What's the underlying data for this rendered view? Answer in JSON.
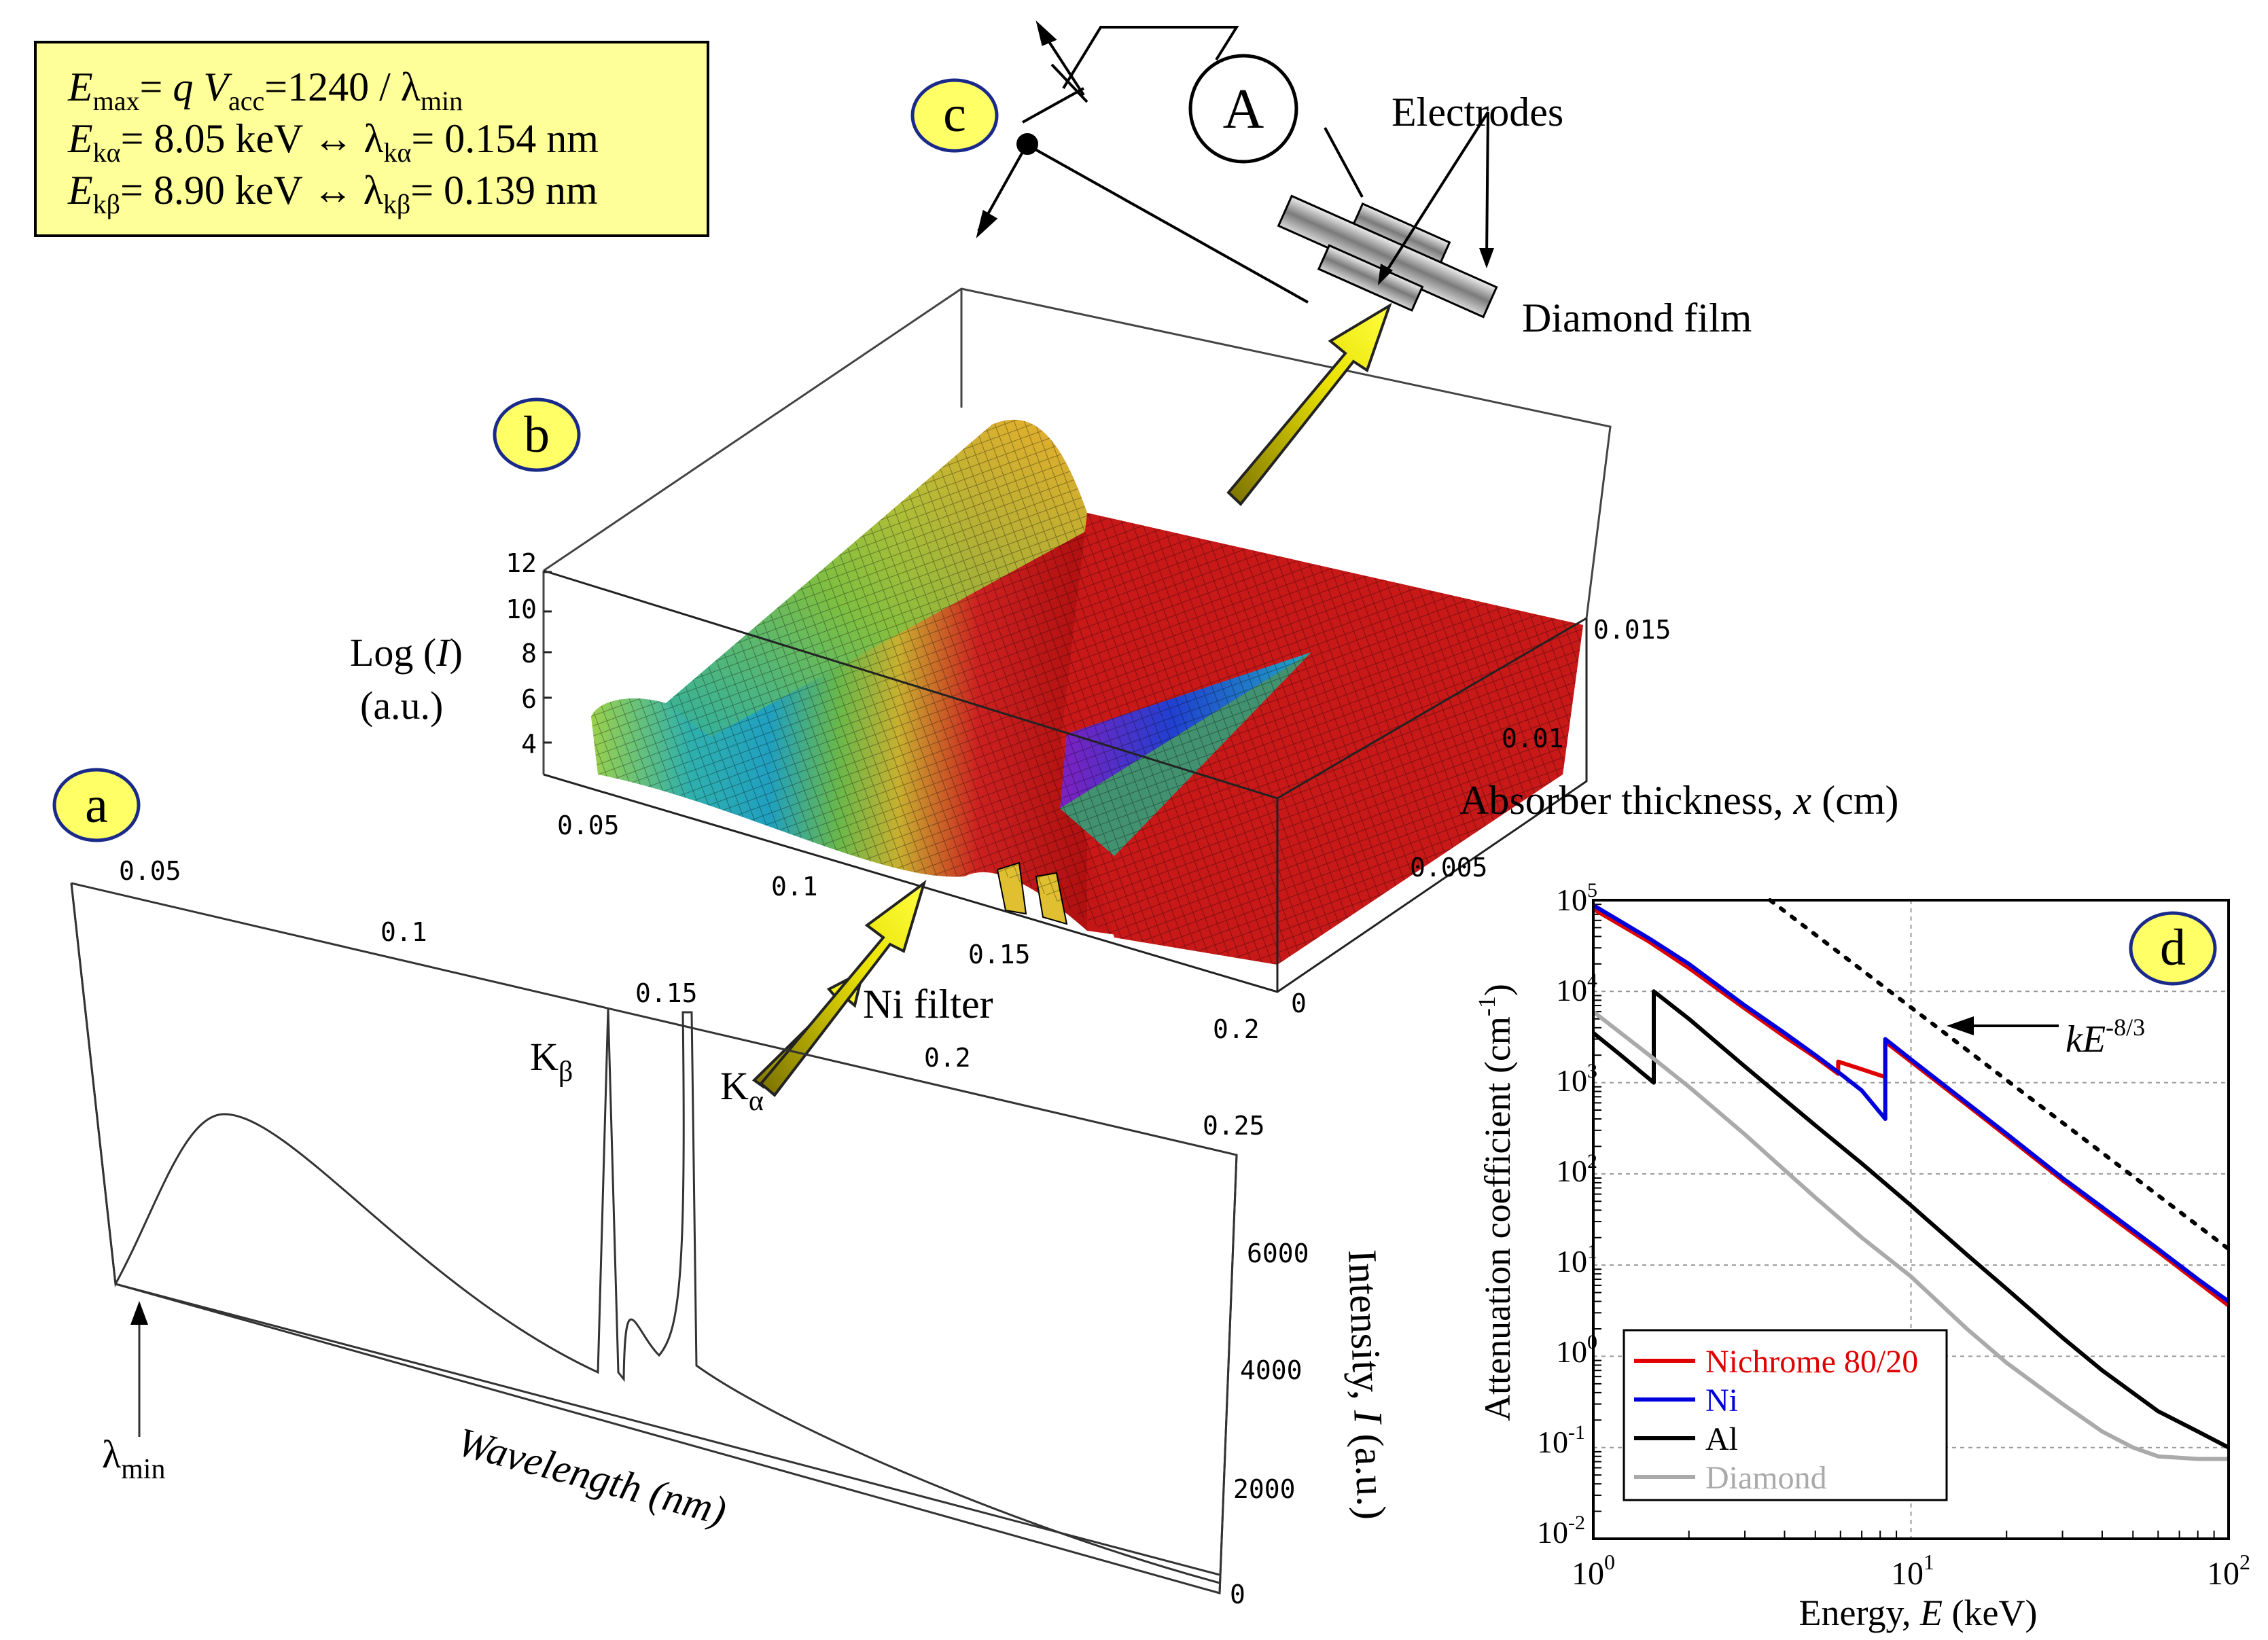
{
  "formula_box": {
    "line1": {
      "E": "E",
      "sub_max": "max",
      "eq": "= ",
      "q": "q",
      "sp": " ",
      "V": "V",
      "sub_acc": "acc",
      "rest": "=1240 / λ",
      "sub_min": "min"
    },
    "line2": {
      "E": "E",
      "sub": "kα",
      "mid": "= 8.05 keV ↔  λ",
      "sub2": "kα",
      "rest": "= 0.154 nm"
    },
    "line3": {
      "E": "E",
      "sub": "kβ",
      "mid": "= 8.90 keV ↔  λ",
      "sub2": "kβ",
      "rest": "= 0.139 nm"
    },
    "fill": "#ffff99"
  },
  "panel_labels": {
    "a": "a",
    "b": "b",
    "c": "c",
    "d": "d"
  },
  "badge_color": "#ffff66",
  "arrow_color": "#e0e000",
  "panel_a": {
    "wavelength_ticks": [
      "0.05",
      "0.1",
      "0.15",
      "0.2",
      "0.25"
    ],
    "intensity_ticks": [
      "6000",
      "4000",
      "2000",
      "0"
    ],
    "xlabel": "Wavelength (nm)",
    "ylabel_main": "Intensity, ",
    "ylabel_var": "I",
    "ylabel_unit": " (a.u.)",
    "k_beta": {
      "K": "K",
      "sub": "β"
    },
    "k_alpha": {
      "K": "K",
      "sub": "α"
    },
    "lambda_min": {
      "sym": "λ",
      "sub": "min"
    }
  },
  "panel_b": {
    "z_ticks": [
      "12",
      "10",
      "8",
      "6",
      "4"
    ],
    "z_label_1": "Log (",
    "z_label_var": "I",
    "z_label_2": ")",
    "z_label_unit": "(a.u.)",
    "wavelength_ticks": [
      "0.05",
      "0.1",
      "0.15",
      "0.2"
    ],
    "thickness_ticks": [
      "0.015",
      "0.01",
      "0.005",
      "0"
    ],
    "thickness_label_1": "Absorber thickness, ",
    "thickness_label_var": "x",
    "thickness_label_2": " (cm)",
    "ni_filter": "Ni filter"
  },
  "panel_c": {
    "ammeter": "A",
    "electrodes": "Electrodes",
    "diamond_film": "Diamond film"
  },
  "panel_d": {
    "xlabel_1": "Energy, ",
    "xlabel_var": "E",
    "xlabel_2": " (keV)",
    "ylabel_1": "Attenuation coefficient (cm",
    "ylabel_sup": "-1",
    "ylabel_2": ")",
    "x_ticks": [
      {
        "base": "10",
        "exp": "0"
      },
      {
        "base": "10",
        "exp": "1"
      },
      {
        "base": "10",
        "exp": "2"
      }
    ],
    "y_ticks": [
      {
        "base": "10",
        "exp": "5"
      },
      {
        "base": "10",
        "exp": "4"
      },
      {
        "base": "10",
        "exp": "3"
      },
      {
        "base": "10",
        "exp": "2"
      },
      {
        "base": "10",
        "exp": "1"
      },
      {
        "base": "10",
        "exp": "0"
      },
      {
        "base": "10",
        "exp": "-1"
      },
      {
        "base": "10",
        "exp": "-2"
      }
    ],
    "power_law": {
      "k": "k",
      "E": "E",
      "exp": "-8/3"
    },
    "legend": [
      "Nichrome 80/20",
      "Ni",
      "Al",
      "Diamond"
    ]
  },
  "chart_data": {
    "type": "line",
    "xscale": "log",
    "yscale": "log",
    "xlim": [
      1,
      100
    ],
    "ylim": [
      0.01,
      100000
    ],
    "grid": true,
    "legend_position": "bottom-left",
    "series": [
      {
        "name": "Nichrome 80/20",
        "color": "#e00000",
        "x": [
          1,
          1.5,
          2,
          3,
          4,
          5,
          5.9,
          5.9,
          7,
          8.3,
          8.3,
          10,
          15,
          20,
          30,
          40,
          60,
          80,
          100
        ],
        "y": [
          80000,
          35000,
          18000,
          6500,
          3200,
          1900,
          1250,
          1700,
          1400,
          1150,
          2800,
          1700,
          570,
          260,
          85,
          40,
          14,
          6.5,
          3.6
        ]
      },
      {
        "name": "Ni",
        "color": "#0000dd",
        "x": [
          1,
          1.5,
          2,
          3,
          4,
          5,
          6,
          7,
          8.3,
          8.3,
          10,
          15,
          20,
          30,
          40,
          60,
          80,
          100
        ],
        "y": [
          88000,
          38000,
          20000,
          7000,
          3500,
          2000,
          1250,
          820,
          400,
          3000,
          1800,
          600,
          275,
          90,
          43,
          15,
          7,
          4
        ]
      },
      {
        "name": "Al",
        "color": "#000000",
        "x": [
          1,
          1.2,
          1.55,
          1.55,
          2,
          3,
          4,
          5,
          7,
          10,
          15,
          20,
          30,
          40,
          60,
          80,
          100
        ],
        "y": [
          3500,
          2100,
          1000,
          10000,
          5000,
          1500,
          650,
          340,
          130,
          45,
          13,
          5.5,
          1.6,
          0.7,
          0.25,
          0.15,
          0.1
        ]
      },
      {
        "name": "Diamond",
        "color": "#aaaaaa",
        "x": [
          1,
          1.5,
          2,
          3,
          4,
          5,
          7,
          10,
          15,
          20,
          30,
          40,
          50,
          60,
          80,
          100
        ],
        "y": [
          6000,
          2000,
          900,
          270,
          110,
          55,
          20,
          7.5,
          2,
          0.85,
          0.3,
          0.15,
          0.1,
          0.08,
          0.075,
          0.075
        ]
      },
      {
        "name": "",
        "color": "#000000",
        "dashed": true,
        "x": [
          3.6,
          100
        ],
        "y": [
          100000,
          15
        ]
      }
    ]
  }
}
